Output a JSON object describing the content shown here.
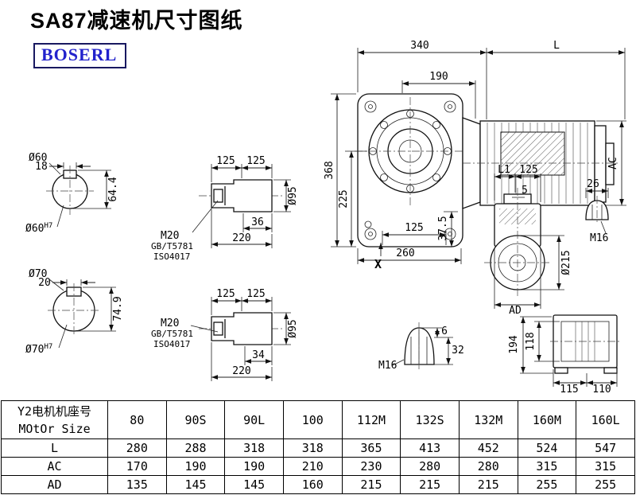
{
  "page": {
    "title": "SA87减速机尺寸图纸",
    "logo": "BOSERL"
  },
  "main_view": {
    "dim_340": "340",
    "dim_L": "L",
    "dim_190": "190",
    "dim_368": "368",
    "dim_225": "225",
    "dim_37_5": "37.5",
    "dim_125": "125",
    "dim_260": "260",
    "label_X": "X",
    "dim_AC": "AC"
  },
  "shaft60": {
    "dia": "Ø60",
    "key_width": "18",
    "key_depth": "64.4",
    "bore": "Ø60",
    "bore_tol": "H7"
  },
  "shaft70": {
    "dia": "Ø70",
    "key_width": "20",
    "key_depth": "74.9",
    "bore": "Ø70",
    "bore_tol": "H7"
  },
  "shaft_view_top": {
    "dim_125a": "125",
    "dim_125b": "125",
    "bolt": "M20",
    "std_gb": "GB/T5781",
    "std_iso": "ISO4017",
    "dim_36": "36",
    "dim_220": "220",
    "dim_dia": "Ø95"
  },
  "shaft_view_bottom": {
    "dim_125a": "125",
    "dim_125b": "125",
    "bolt": "M20",
    "std_gb": "GB/T5781",
    "std_iso": "ISO4017",
    "dim_34": "34",
    "dim_220": "220",
    "dim_dia": "Ø95"
  },
  "flange_view": {
    "dim_L1": "L1",
    "dim_125": "125",
    "dim_5": "5",
    "dim_26": "26",
    "bolt": "M16",
    "dim_dia": "Ø215",
    "dim_AD": "AD"
  },
  "plug_view": {
    "dim_6": "6",
    "dim_32": "32",
    "bolt": "M16"
  },
  "rear_view": {
    "dim_194": "194",
    "dim_118": "118",
    "dim_115": "115",
    "dim_110": "110"
  },
  "table": {
    "header_label_line1": "Y2电机机座号",
    "header_label_line2": "MOtOr Size",
    "columns": [
      "80",
      "90S",
      "90L",
      "100",
      "112M",
      "132S",
      "132M",
      "160M",
      "160L"
    ],
    "rows": [
      {
        "label": "L",
        "values": [
          "280",
          "288",
          "318",
          "318",
          "365",
          "413",
          "452",
          "524",
          "547"
        ]
      },
      {
        "label": "AC",
        "values": [
          "170",
          "190",
          "190",
          "210",
          "230",
          "280",
          "280",
          "315",
          "315"
        ]
      },
      {
        "label": "AD",
        "values": [
          "135",
          "145",
          "145",
          "160",
          "215",
          "215",
          "215",
          "255",
          "255"
        ]
      }
    ]
  }
}
